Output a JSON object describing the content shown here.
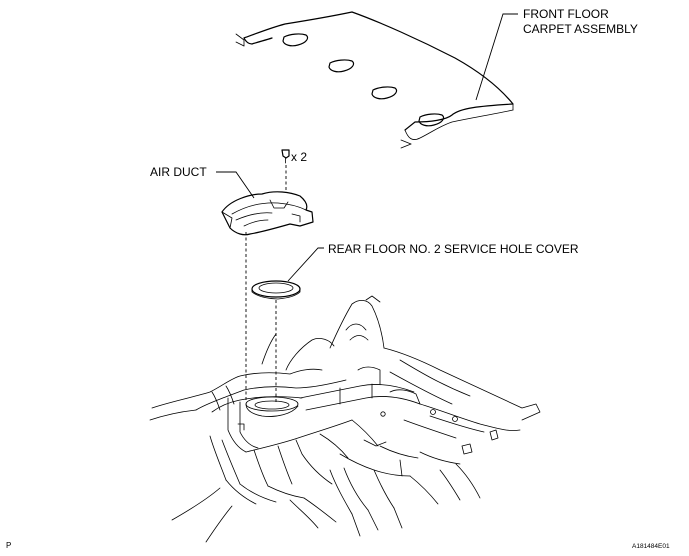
{
  "labels": {
    "carpet_line1": "FRONT FLOOR",
    "carpet_line2": "CARPET ASSEMBLY",
    "fastener_qty": "x 2",
    "air_duct": "AIR DUCT",
    "service_cover": "REAR FLOOR NO. 2 SERVICE HOLE COVER"
  },
  "corner": {
    "left_mark": "P",
    "figure_code": "A181484E01"
  },
  "colors": {
    "ink": "#000000",
    "background": "#ffffff"
  }
}
